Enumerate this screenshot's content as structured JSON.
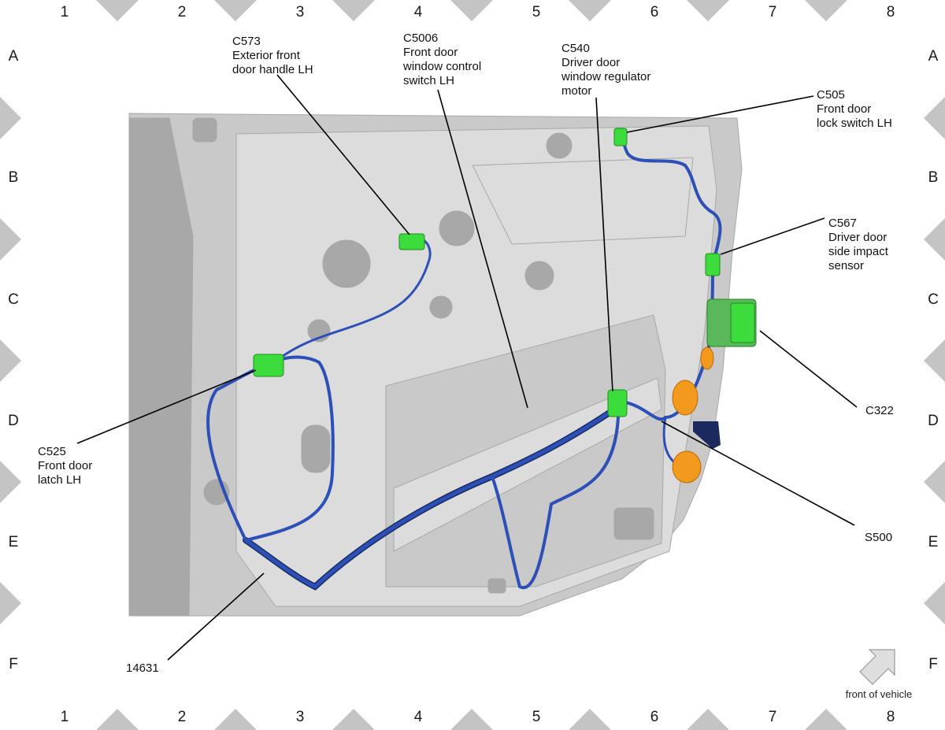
{
  "grid": {
    "columns": [
      "1",
      "2",
      "3",
      "4",
      "5",
      "6",
      "7",
      "8"
    ],
    "rows": [
      "A",
      "B",
      "C",
      "D",
      "E",
      "F"
    ]
  },
  "callouts": {
    "c573": {
      "lines": [
        "C573",
        "Exterior front",
        "door handle LH"
      ]
    },
    "c5006": {
      "lines": [
        "C5006",
        "Front door",
        "window control",
        "switch LH"
      ]
    },
    "c540": {
      "lines": [
        "C540",
        "Driver door",
        "window regulator",
        "motor"
      ]
    },
    "c505": {
      "lines": [
        "C505",
        "Front door",
        "lock switch LH"
      ]
    },
    "c567": {
      "lines": [
        "C567",
        "Driver door",
        "side impact",
        "sensor"
      ]
    },
    "c322": {
      "lines": [
        "C322"
      ]
    },
    "c525": {
      "lines": [
        "C525",
        "Front door",
        "latch LH"
      ]
    },
    "s500": {
      "lines": [
        "S500"
      ]
    },
    "harness": {
      "lines": [
        "14631"
      ]
    }
  },
  "orientation": {
    "label": "front of vehicle"
  },
  "colors": {
    "panel": "#c9c9c9",
    "panel_light": "#dcdcdc",
    "panel_dark": "#a8a8a8",
    "harness": "#2c4fb8",
    "harness_dark": "#1a2a5e",
    "connector": "#3ddc3d",
    "connector_large": "#5ab85a",
    "orange": "#f39a1e",
    "frame_gray": "#c4c4c4",
    "leader": "#000000"
  }
}
